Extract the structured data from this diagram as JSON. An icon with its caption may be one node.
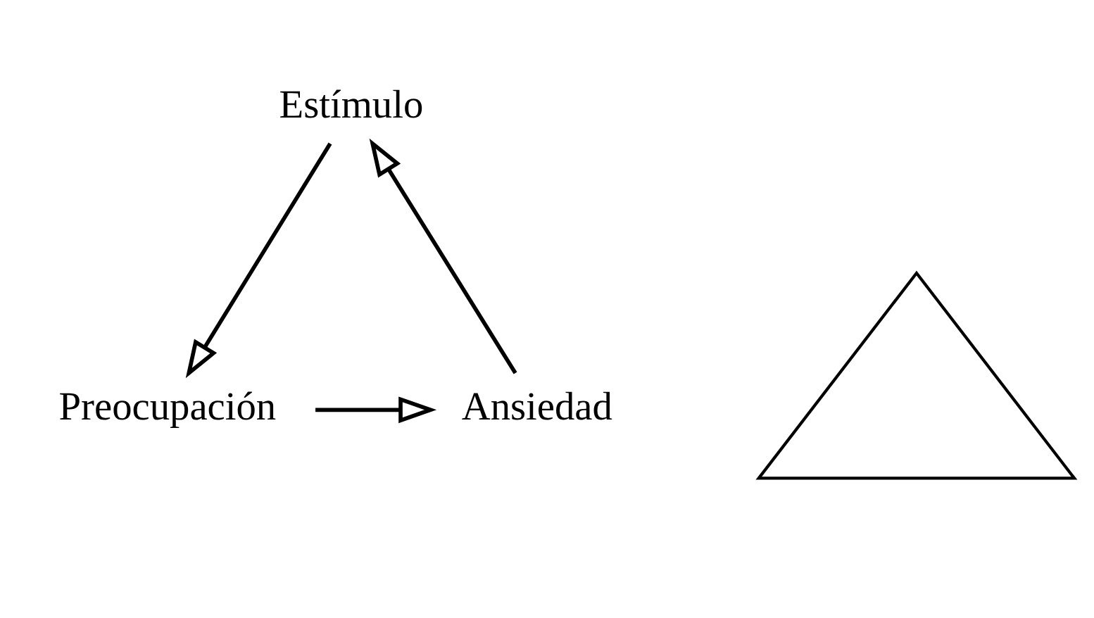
{
  "diagram": {
    "nodes": [
      {
        "text": [
          "Estímulo"
        ]
      },
      {
        "text": [],
        "shape": "triangle"
      },
      {
        "text": [
          "Ansiedad"
        ]
      },
      {
        "text": [
          "Preocupación"
        ]
      }
    ],
    "edges": [
      {
        "from": 0,
        "to": 3,
        "arrow": "to"
      },
      {
        "from": 3,
        "to": 2,
        "arrow": "to"
      },
      {
        "from": 2,
        "to": 0,
        "arrow": "to"
      }
    ]
  }
}
